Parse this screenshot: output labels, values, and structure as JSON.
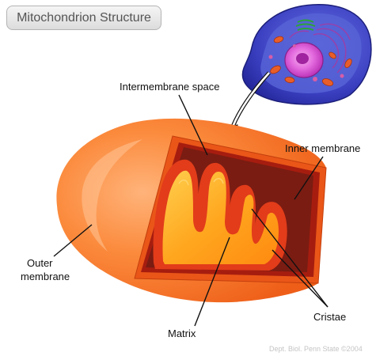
{
  "title": "Mitochondrion Structure",
  "labels": {
    "intermembrane_space": "Intermembrane space",
    "inner_membrane": "Inner membrane",
    "outer_membrane_line1": "Outer",
    "outer_membrane_line2": "membrane",
    "matrix": "Matrix",
    "cristae": "Cristae"
  },
  "credit": "Dept. Biol. Penn State ©2004",
  "colors": {
    "outer_membrane": "#f77a2a",
    "inner_wall": "#a61d0f",
    "intermembrane": "#7a1c12",
    "matrix": "#ffa21e",
    "cell_body": "#3a3fc0",
    "nucleus": "#cc3cc8"
  }
}
